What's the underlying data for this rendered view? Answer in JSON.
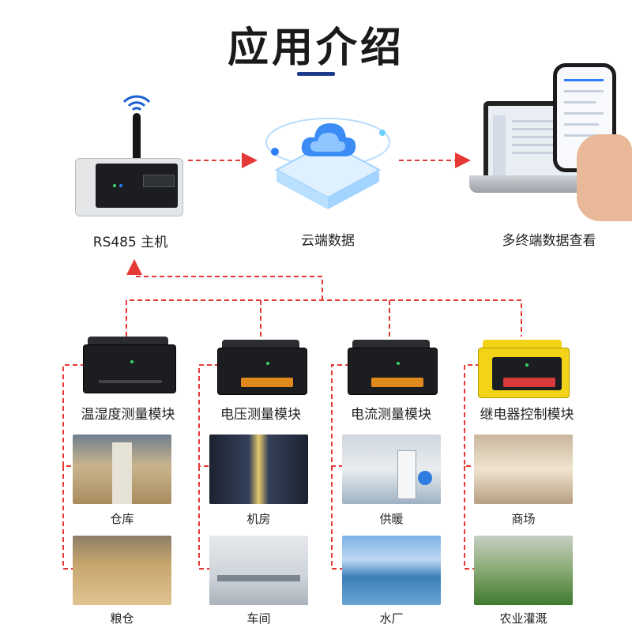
{
  "header": {
    "title": "应用介绍"
  },
  "flow": {
    "host_label": "RS485 主机",
    "cloud_label": "云端数据",
    "terminals_label": "多终端数据查看"
  },
  "modules": [
    {
      "label": "温湿度测量模块"
    },
    {
      "label": "电压测量模块"
    },
    {
      "label": "电流测量模块"
    },
    {
      "label": "继电器控制模块"
    }
  ],
  "scenes": [
    {
      "caption": "仓库"
    },
    {
      "caption": "机房"
    },
    {
      "caption": "供暖"
    },
    {
      "caption": "商场"
    },
    {
      "caption": "粮仓"
    },
    {
      "caption": "车间"
    },
    {
      "caption": "水厂"
    },
    {
      "caption": "农业灌溉"
    }
  ],
  "colors": {
    "connector": "#e53935",
    "accent_bar": "#1e3a8a",
    "relay_module": "#f2d318"
  },
  "icons": [
    "wifi-icon",
    "cloud-icon",
    "laptop-icon",
    "phone-icon"
  ]
}
